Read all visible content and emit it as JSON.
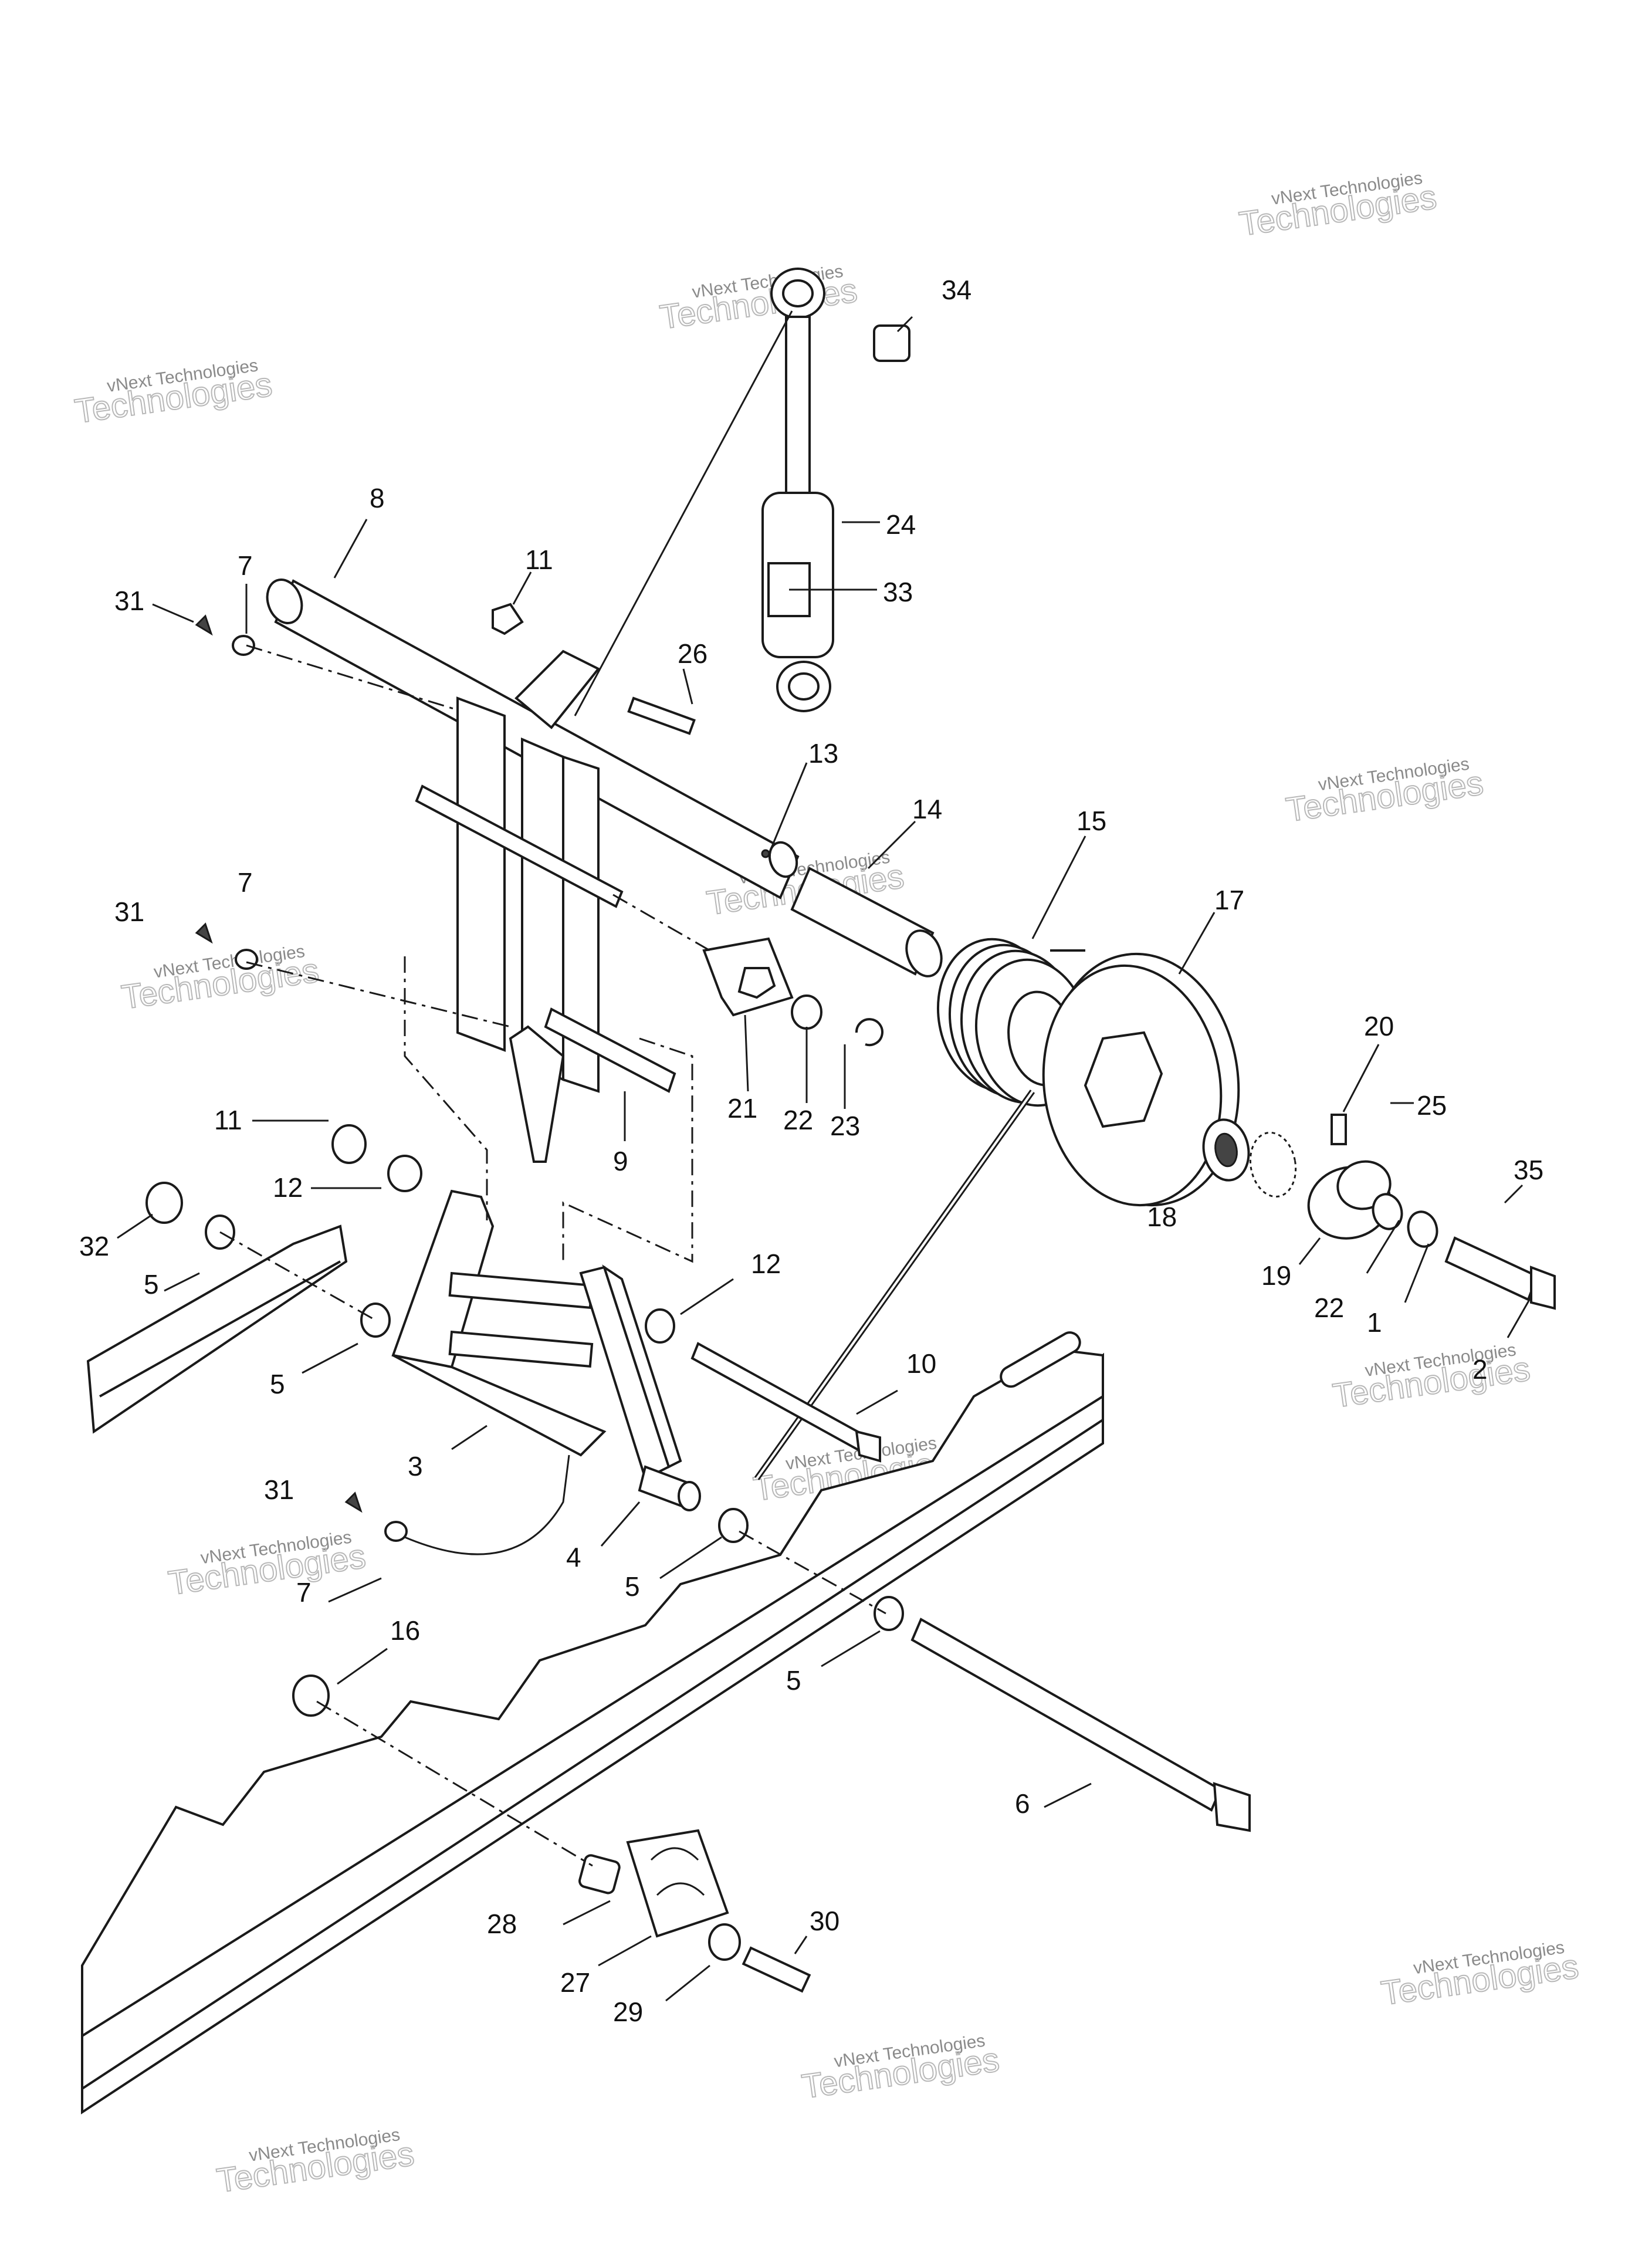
{
  "watermark": {
    "line1": "vNext Technologies",
    "line2": "Technologies"
  },
  "callouts": {
    "c1": "1",
    "c2": "2",
    "c3": "3",
    "c4": "4",
    "c5": "5",
    "c6": "6",
    "c7": "7",
    "c8": "8",
    "c9": "9",
    "c10": "10",
    "c11": "11",
    "c12": "12",
    "c13": "13",
    "c14": "14",
    "c15": "15",
    "c16": "16",
    "c17": "17",
    "c18": "18",
    "c19": "19",
    "c20": "20",
    "c21": "21",
    "c22": "22",
    "c23": "23",
    "c24": "24",
    "c25": "25",
    "c26": "26",
    "c27": "27",
    "c28": "28",
    "c29": "29",
    "c30": "30",
    "c31": "31",
    "c32": "32",
    "c33": "33",
    "c34": "34",
    "c35": "35"
  }
}
